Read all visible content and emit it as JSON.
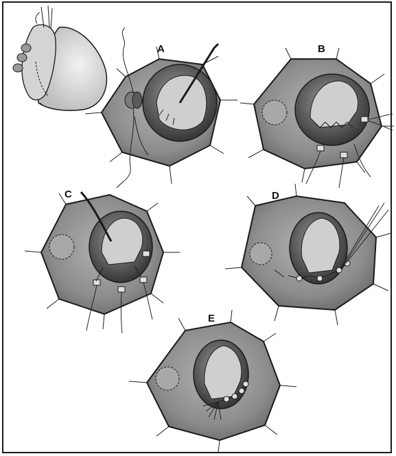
{
  "figure": {
    "type": "surgical illustration",
    "colors": {
      "border": "#1a1a1a",
      "tissue": "#8c8c8c",
      "tissue_dark": "#5f5f5f",
      "valve": "#444444",
      "background": "#ffffff"
    },
    "panels": [
      {
        "id": "A",
        "letter": "A"
      },
      {
        "id": "B",
        "letter": "B"
      },
      {
        "id": "C",
        "letter": "C"
      },
      {
        "id": "D",
        "letter": "D"
      },
      {
        "id": "E",
        "letter": "E"
      }
    ]
  }
}
